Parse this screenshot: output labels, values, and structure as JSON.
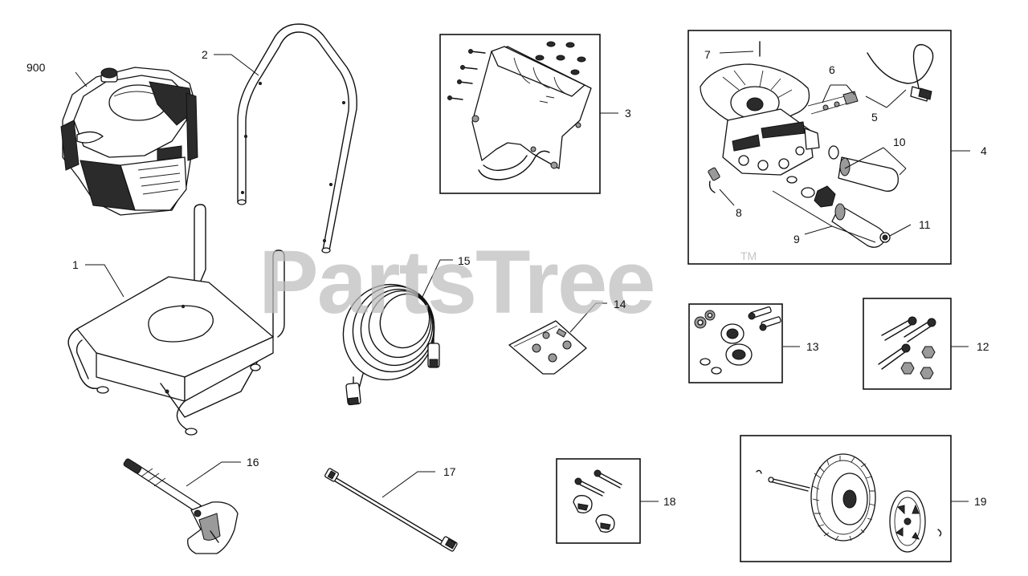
{
  "watermark": {
    "text": "PartsTree",
    "trademark": "TM"
  },
  "parts": {
    "p900": "900",
    "p1": "1",
    "p2": "2",
    "p3": "3",
    "p4": "4",
    "p5": "5",
    "p6": "6",
    "p7": "7",
    "p8": "8",
    "p9": "9",
    "p10": "10",
    "p11": "11",
    "p12": "12",
    "p13": "13",
    "p14": "14",
    "p15": "15",
    "p16": "16",
    "p17": "17",
    "p18": "18",
    "p19": "19"
  }
}
